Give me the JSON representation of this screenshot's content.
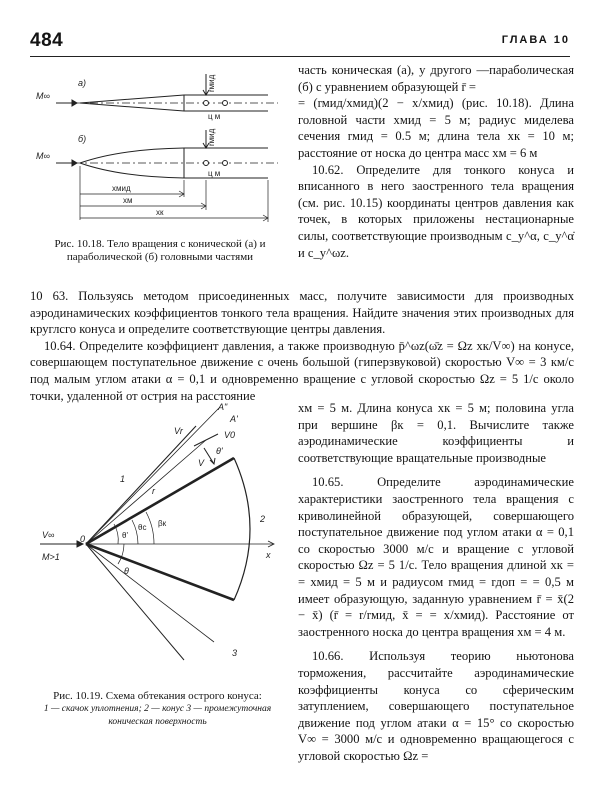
{
  "header": {
    "page_number": "484",
    "running_head": "ГЛАВА 10"
  },
  "figure_1018": {
    "labels": {
      "a": "а)",
      "b": "б)",
      "m_inf_a": "M∞",
      "m_inf_b": "M∞",
      "r_mid_a": "rмид",
      "r_mid_b": "rмид",
      "cm_a": "ц м",
      "cm_b": "ц м",
      "x_mid": "xмид",
      "x_m": "xм",
      "x_k": "xк"
    },
    "caption": "Рис. 10.18. Тело вращения с конической (а) и параболической (б) головными частями"
  },
  "figure_1019": {
    "labels": {
      "a2": "A\"",
      "a1": "A'",
      "vr": "Vr",
      "v0": "V0",
      "v": "V",
      "theta_dot": "θ'",
      "one": "1",
      "two": "2",
      "three": "3",
      "r": "r",
      "o": "0",
      "x": "x",
      "v_inf": "V∞",
      "m_gt1": "M>1",
      "theta_prime": "θ'",
      "theta_c": "θc",
      "beta_k": "βк",
      "theta": "θ"
    },
    "caption": "Рис. 10.19. Схема обтекания острого конуса:",
    "legend": "1 — скачок уплотнения; 2 — конус 3 — промежуточная коническая поверхность"
  },
  "text": {
    "col1_lines": [
      "часть коническая (а), у другого —параболическая (б) с уравнением образующей r̄ =",
      "= (rмид/xмид)(2 − x/xмид) (рис. 10.18). Длина головной части xмид = 5 м; радиус миделева сечения rмид = 0.5 м; длина тела xк = 10 м; расстояние от носка до центра масс xм = 6 м"
    ],
    "p1062": "10.62. Определите для тонкого конуса и вписанного в него заостренного тела вращения (см. рис. 10.15) координаты центров давления как точек, в которых приложены нестационарные силы, соответствующие производным c_y^α, c_y^α̇ и c_y^ωz.",
    "p1063": "10 63. Пользуясь методом присоединенных масс, получите зависимости для производных аэродинамических коэффициентов тонкого тела вращения. Найдите значения этих производных для круглсго конуса и определите соответствующие центры давления.",
    "p1064_full": "10.64. Определите коэффициент давления, а также производную p̄^ωz(ω̄z = Ωz xк/V∞) на конусе, совершающем поступательное движение с очень большой (гиперзвуковой) скоростью V∞ = 3 км/с под малым углом атаки α = 0,1 и одновременно вращение с угловой скоростью Ωz = 5 1/с около точки, удаленной от острия на расстояние",
    "p1064_cont": "xм = 5 м. Длина конуса xк = 5 м; половина угла при вершине βк = 0,1. Вычислите также аэродинамические коэффициенты и соответствующие вращательные производные",
    "p1065": "10.65. Определите аэродинамические характеристики заостренного тела вращения с криволинейной образующей, совершающего поступательное движение под углом атаки α = 0,1 со скоростью 3000 м/с и вращение с угловой скоростью Ωz = 5 1/с. Тело вращения длиной xк = = xмид = 5 м и радиусом rмид = rдоп = = 0,5 м имеет образующую, заданную уравнением r̄ = x̄(2 − x̄) (r̄ = r/rмид, x̄ = = x/xмид). Расстояние от заостренного носка до центра вращения xм = 4 м.",
    "p1066": "10.66. Используя теорию ньютонова торможения, рассчитайте аэродинамические коэффициенты конуса со сферическим затуплением, совершающего поступательное движение под углом атаки α = 15° со скоростью V∞ = 3000 м/с и одновременно вращающегося с угловой скоростью Ωz ="
  }
}
